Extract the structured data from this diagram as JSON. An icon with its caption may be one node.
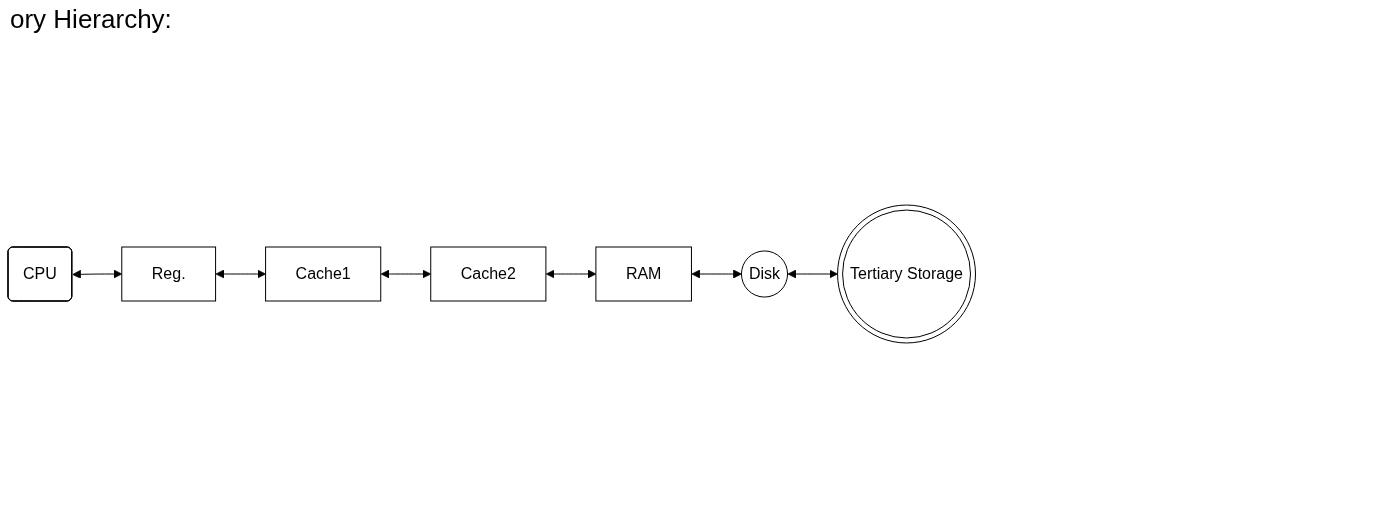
{
  "diagram": {
    "title": "ory Hierarchy:",
    "nodes": [
      {
        "text": [
          "CPU"
        ]
      },
      {
        "text": [
          "Reg."
        ]
      },
      {
        "text": [
          "Cache1"
        ]
      },
      {
        "text": [
          "Cache2"
        ]
      },
      {
        "text": [
          "RAM"
        ]
      },
      {
        "text": [
          "Disk"
        ]
      },
      {
        "text": [
          "Tertiary Storage"
        ]
      }
    ],
    "edges": [
      {
        "from": 0,
        "to": 1,
        "arrow": "both"
      },
      {
        "from": 1,
        "to": 2,
        "arrow": "both"
      },
      {
        "from": 2,
        "to": 3,
        "arrow": "both"
      },
      {
        "from": 3,
        "to": 4,
        "arrow": "both"
      },
      {
        "from": 4,
        "to": 5,
        "arrow": "both"
      },
      {
        "from": 5,
        "to": 6,
        "arrow": "both"
      }
    ]
  }
}
